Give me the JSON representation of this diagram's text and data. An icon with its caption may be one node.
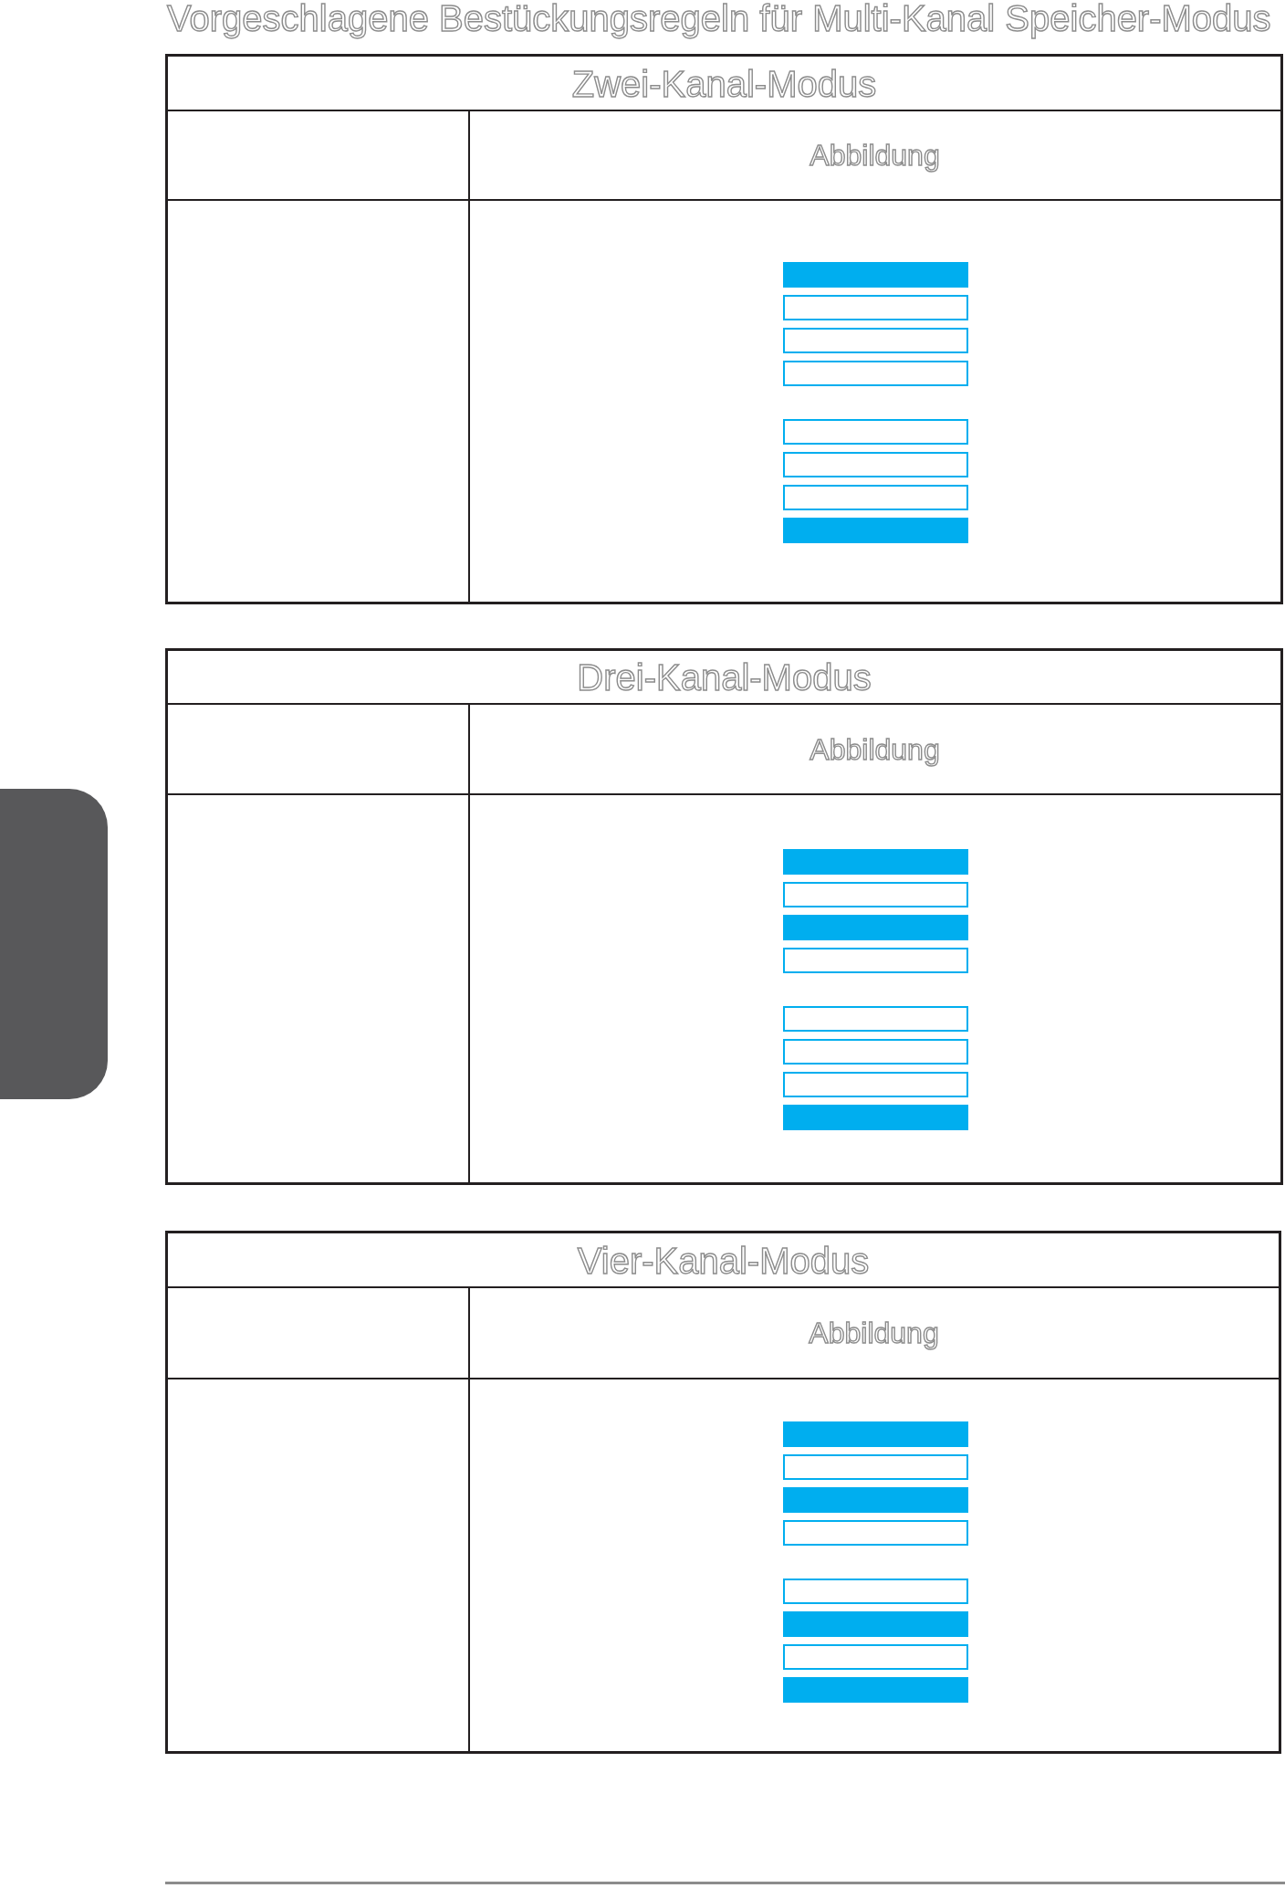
{
  "diagram": {
    "title": "Vorgeschlagene Bestückungsregeln für Multi-Kanal Speicher-Modus",
    "nodes": [
      {
        "text": [
          "Zwei-Kanal-Modus",
          "Abbildung"
        ]
      },
      {
        "text": [],
        "shape": "bar",
        "in": 0
      },
      {
        "text": [],
        "shape": "box",
        "in": 0
      },
      {
        "text": [],
        "shape": "box",
        "in": 0
      },
      {
        "text": [],
        "shape": "box",
        "in": 0
      },
      {
        "text": [],
        "shape": "box",
        "in": 0
      },
      {
        "text": [],
        "shape": "box",
        "in": 0
      },
      {
        "text": [],
        "shape": "box",
        "in": 0
      },
      {
        "text": [],
        "shape": "bar",
        "in": 0
      },
      {
        "text": [
          "Drei-Kanal-Modus",
          "Abbildung"
        ]
      },
      {
        "text": [],
        "shape": "bar",
        "in": 9
      },
      {
        "text": [],
        "shape": "box",
        "in": 9
      },
      {
        "text": [],
        "shape": "bar",
        "in": 9
      },
      {
        "text": [],
        "shape": "box",
        "in": 9
      },
      {
        "text": [],
        "shape": "box",
        "in": 9
      },
      {
        "text": [],
        "shape": "box",
        "in": 9
      },
      {
        "text": [],
        "shape": "box",
        "in": 9
      },
      {
        "text": [],
        "shape": "bar",
        "in": 9
      },
      {
        "text": [
          "Vier-Kanal-Modus",
          "Abbildung"
        ]
      },
      {
        "text": [],
        "shape": "bar",
        "in": 18
      },
      {
        "text": [],
        "shape": "box",
        "in": 18
      },
      {
        "text": [],
        "shape": "bar",
        "in": 18
      },
      {
        "text": [],
        "shape": "box",
        "in": 18
      },
      {
        "text": [],
        "shape": "box",
        "in": 18
      },
      {
        "text": [],
        "shape": "bar",
        "in": 18
      },
      {
        "text": [],
        "shape": "box",
        "in": 18
      },
      {
        "text": [],
        "shape": "bar",
        "in": 18
      },
      {
        "text": [],
        "shape": "tab"
      }
    ]
  }
}
